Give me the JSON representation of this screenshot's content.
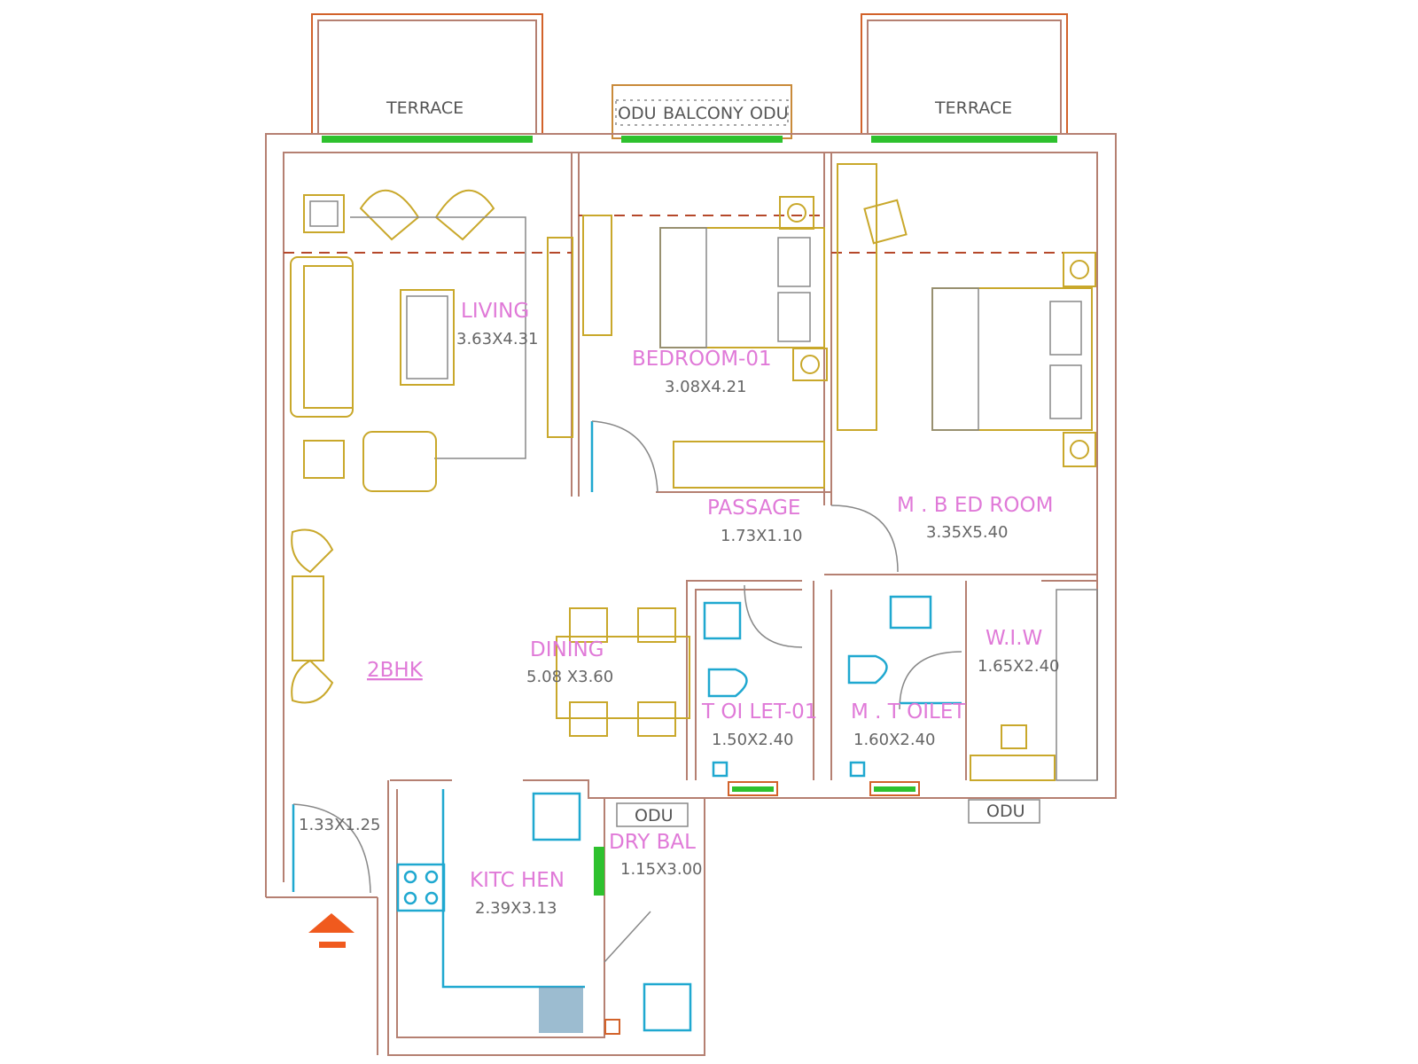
{
  "plan": {
    "unit_type": "2BHK",
    "rooms": [
      {
        "name": "LIVING",
        "size": "3.63X4.31"
      },
      {
        "name": "BEDROOM-01",
        "size": "3.08X4.21"
      },
      {
        "name": "PASSAGE",
        "size": "1.73X1.10"
      },
      {
        "name": "M . B ED ROOM",
        "size": "3.35X5.40"
      },
      {
        "name": "DINING",
        "size": "5.08 X3.60"
      },
      {
        "name": "T OI LET-01",
        "size": "1.50X2.40"
      },
      {
        "name": "M . T OILET",
        "size": "1.60X2.40"
      },
      {
        "name": "W.I.W",
        "size": "1.65X2.40"
      },
      {
        "name": "KITC HEN",
        "size": "2.39X3.13"
      },
      {
        "name": "DRY BAL",
        "size": "1.15X3.00"
      }
    ],
    "foyer_size": "1.33X1.25",
    "terrace_left": "TERRACE",
    "terrace_right": "TERRACE",
    "balcony": "BALCONY",
    "balcony_odu_left": "ODU",
    "balcony_odu_right": "ODU",
    "odu_dry": "ODU",
    "odu_right": "ODU"
  },
  "colors": {
    "wall": "#b58072",
    "furniture": "#c9a82b",
    "label": "#e07ad8",
    "fixture": "#1fa8d0",
    "window": "#2ec12e",
    "entry": "#f05a1e"
  }
}
